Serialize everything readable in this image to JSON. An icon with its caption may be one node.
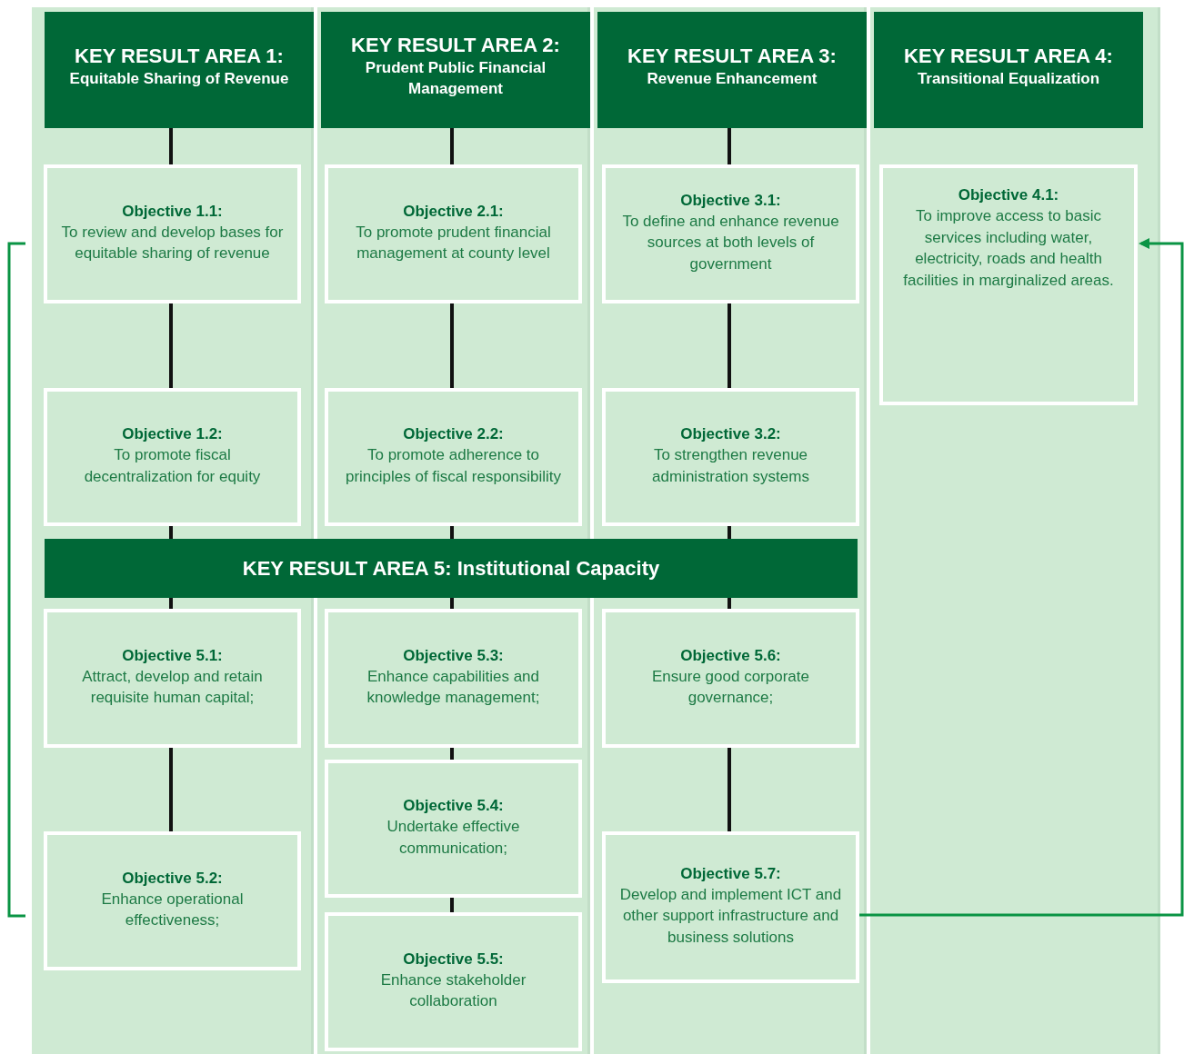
{
  "diagram": {
    "nodes": [
      {
        "text": [
          "KEY RESULT AREA 1:",
          "Equitable Sharing of Revenue"
        ]
      },
      {
        "text": [
          "Objective 1.1:",
          "To review and develop bases for equitable sharing of revenue"
        ]
      },
      {
        "text": [
          "Objective 1.2:",
          "To promote fiscal decentralization for equity"
        ]
      },
      {
        "text": [
          "KEY RESULT AREA 2:",
          "Prudent Public Financial Management"
        ]
      },
      {
        "text": [
          "Objective 2.1:",
          "To promote prudent financial management at county level"
        ]
      },
      {
        "text": [
          "Objective 2.2:",
          "To promote adherence to principles of fiscal responsibility"
        ]
      },
      {
        "text": [
          "KEY RESULT AREA 3:",
          "Revenue Enhancement"
        ]
      },
      {
        "text": [
          "Objective 3.1:",
          "To define and enhance revenue sources at both levels of government"
        ]
      },
      {
        "text": [
          "Objective 3.2:",
          "To strengthen revenue administration systems"
        ]
      },
      {
        "text": [
          "KEY RESULT AREA 4:",
          "Transitional Equalization"
        ]
      },
      {
        "text": [
          "Objective 4.1:",
          "To improve access to basic services including water, electricity, roads and health facilities in marginalized areas."
        ]
      },
      {
        "text": [
          "KEY RESULT AREA 5: Institutional Capacity"
        ]
      },
      {
        "text": [
          "Objective 5.1:",
          "Attract, develop and retain requisite human capital;"
        ]
      },
      {
        "text": [
          "Objective 5.2:",
          "Enhance operational effectiveness;"
        ]
      },
      {
        "text": [
          "Objective 5.3:",
          "Enhance capabilities and knowledge management;"
        ]
      },
      {
        "text": [
          "Objective 5.4:",
          "Undertake effective communication;"
        ]
      },
      {
        "text": [
          "Objective 5.5:",
          "Enhance stakeholder collaboration"
        ]
      },
      {
        "text": [
          "Objective 5.6:",
          "Ensure good corporate governance;"
        ]
      },
      {
        "text": [
          "Objective 5.7:",
          "Develop and implement ICT and other support infrastructure and business solutions"
        ]
      }
    ],
    "edges": [
      {
        "from": 0,
        "to": 1,
        "arrow": "none"
      },
      {
        "from": 1,
        "to": 2,
        "arrow": "none"
      },
      {
        "from": 2,
        "to": 11,
        "arrow": "none"
      },
      {
        "from": 11,
        "to": 12,
        "arrow": "none"
      },
      {
        "from": 12,
        "to": 13,
        "arrow": "none"
      },
      {
        "from": 3,
        "to": 4,
        "arrow": "none"
      },
      {
        "from": 4,
        "to": 5,
        "arrow": "none"
      },
      {
        "from": 5,
        "to": 11,
        "arrow": "none"
      },
      {
        "from": 11,
        "to": 14,
        "arrow": "none"
      },
      {
        "from": 14,
        "to": 15,
        "arrow": "none"
      },
      {
        "from": 15,
        "to": 16,
        "arrow": "none"
      },
      {
        "from": 6,
        "to": 7,
        "arrow": "none"
      },
      {
        "from": 7,
        "to": 8,
        "arrow": "none"
      },
      {
        "from": 8,
        "to": 11,
        "arrow": "none"
      },
      {
        "from": 11,
        "to": 17,
        "arrow": "none"
      },
      {
        "from": 17,
        "to": 18,
        "arrow": "none"
      },
      {
        "from": 18,
        "to": 10,
        "arrow": "to",
        "color": "#0a9444"
      }
    ]
  }
}
